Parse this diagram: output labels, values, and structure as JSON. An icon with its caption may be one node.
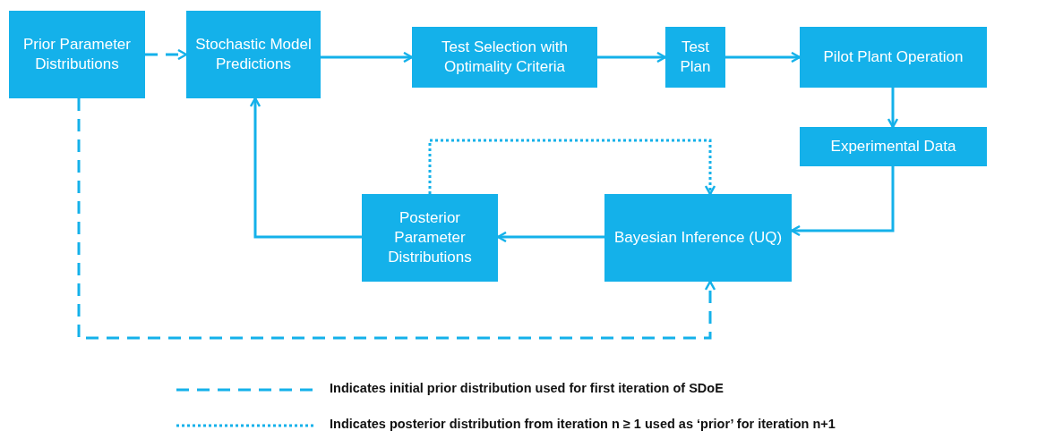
{
  "diagram": {
    "nodes": [
      {
        "text": [
          "Prior Parameter Distributions"
        ]
      },
      {
        "text": [
          "Stochastic Model Predictions"
        ]
      },
      {
        "text": [
          "Test Selection with Optimality Criteria"
        ]
      },
      {
        "text": [
          "Test Plan"
        ]
      },
      {
        "text": [
          "Pilot Plant Operation"
        ]
      },
      {
        "text": [
          "Experimental Data"
        ]
      },
      {
        "text": [
          "Bayesian Inference (UQ)"
        ]
      },
      {
        "text": [
          "Posterior Parameter Distributions"
        ]
      }
    ],
    "edges": [
      {
        "from": 0,
        "to": 1,
        "arrow": "to",
        "style": "dashed"
      },
      {
        "from": 1,
        "to": 2,
        "arrow": "to"
      },
      {
        "from": 2,
        "to": 3,
        "arrow": "to"
      },
      {
        "from": 3,
        "to": 4,
        "arrow": "to"
      },
      {
        "from": 4,
        "to": 5,
        "arrow": "to"
      },
      {
        "from": 5,
        "to": 6,
        "arrow": "to"
      },
      {
        "from": 6,
        "to": 7,
        "arrow": "to"
      },
      {
        "from": 7,
        "to": 1,
        "arrow": "to"
      },
      {
        "from": 0,
        "to": 6,
        "arrow": "to",
        "style": "dashed"
      },
      {
        "from": 7,
        "to": 6,
        "arrow": "to",
        "style": "dashed"
      }
    ],
    "legend": [
      {
        "text": "Indicates initial prior distribution used for first iteration of SDoE"
      },
      {
        "text": "Indicates posterior distribution from iteration n ≥ 1 used as ‘prior’ for iteration n+1"
      }
    ]
  }
}
